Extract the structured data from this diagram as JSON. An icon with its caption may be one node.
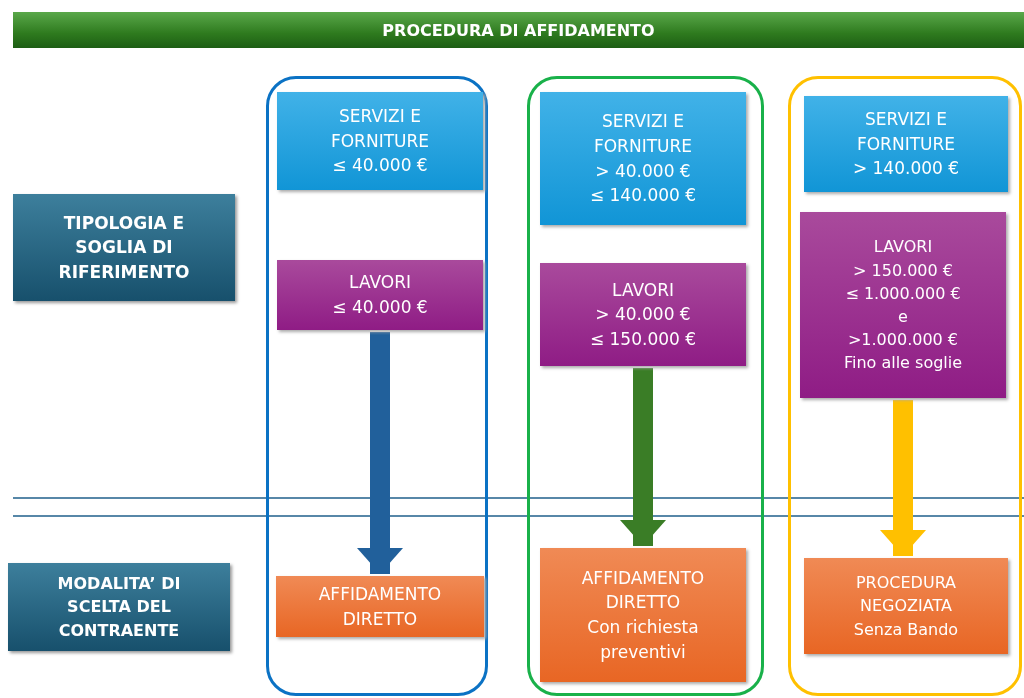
{
  "diagram": {
    "title": "PROCEDURA DI AFFIDAMENTO",
    "nodes": [
      {
        "text": [
          "TIPOLOGIA E SOGLIA DI RIFERIMENTO"
        ]
      },
      {
        "text": [
          "MODALITA’ DI SCELTA DEL CONTRAENTE"
        ]
      },
      {
        "text": [],
        "shape": "box"
      },
      {
        "text": [
          "SERVIZI E FORNITURE",
          "≤ 40.000 €"
        ],
        "in": 2
      },
      {
        "text": [
          "LAVORI",
          "≤ 40.000 €"
        ],
        "in": 2
      },
      {
        "text": [
          "AFFIDAMENTO DIRETTO"
        ],
        "in": 2
      },
      {
        "text": [],
        "shape": "box"
      },
      {
        "text": [
          "SERVIZI E FORNITURE",
          "> 40.000 €",
          "≤ 140.000 €"
        ],
        "in": 6
      },
      {
        "text": [
          "LAVORI",
          "> 40.000 €",
          "≤ 150.000 €"
        ],
        "in": 6
      },
      {
        "text": [
          "AFFIDAMENTO DIRETTO",
          "Con richiesta preventivi"
        ],
        "in": 6
      },
      {
        "text": [],
        "shape": "box"
      },
      {
        "text": [
          "SERVIZI E FORNITURE",
          "> 140.000 €"
        ],
        "in": 10
      },
      {
        "text": [
          "LAVORI",
          "> 150.000 €",
          "≤ 1.000.000 €",
          "e",
          ">1.000.000 €",
          "Fino alle soglie"
        ],
        "in": 10
      },
      {
        "text": [
          "PROCEDURA NEGOZIATA",
          "Senza Bando"
        ],
        "in": 10
      }
    ],
    "edges": [
      {
        "from": 4,
        "to": 5,
        "arrow": "to",
        "color": "#21609b"
      },
      {
        "from": 8,
        "to": 9,
        "arrow": "to",
        "color": "#3a7d26"
      },
      {
        "from": 12,
        "to": 13,
        "arrow": "to",
        "color": "#ffc000"
      }
    ]
  }
}
